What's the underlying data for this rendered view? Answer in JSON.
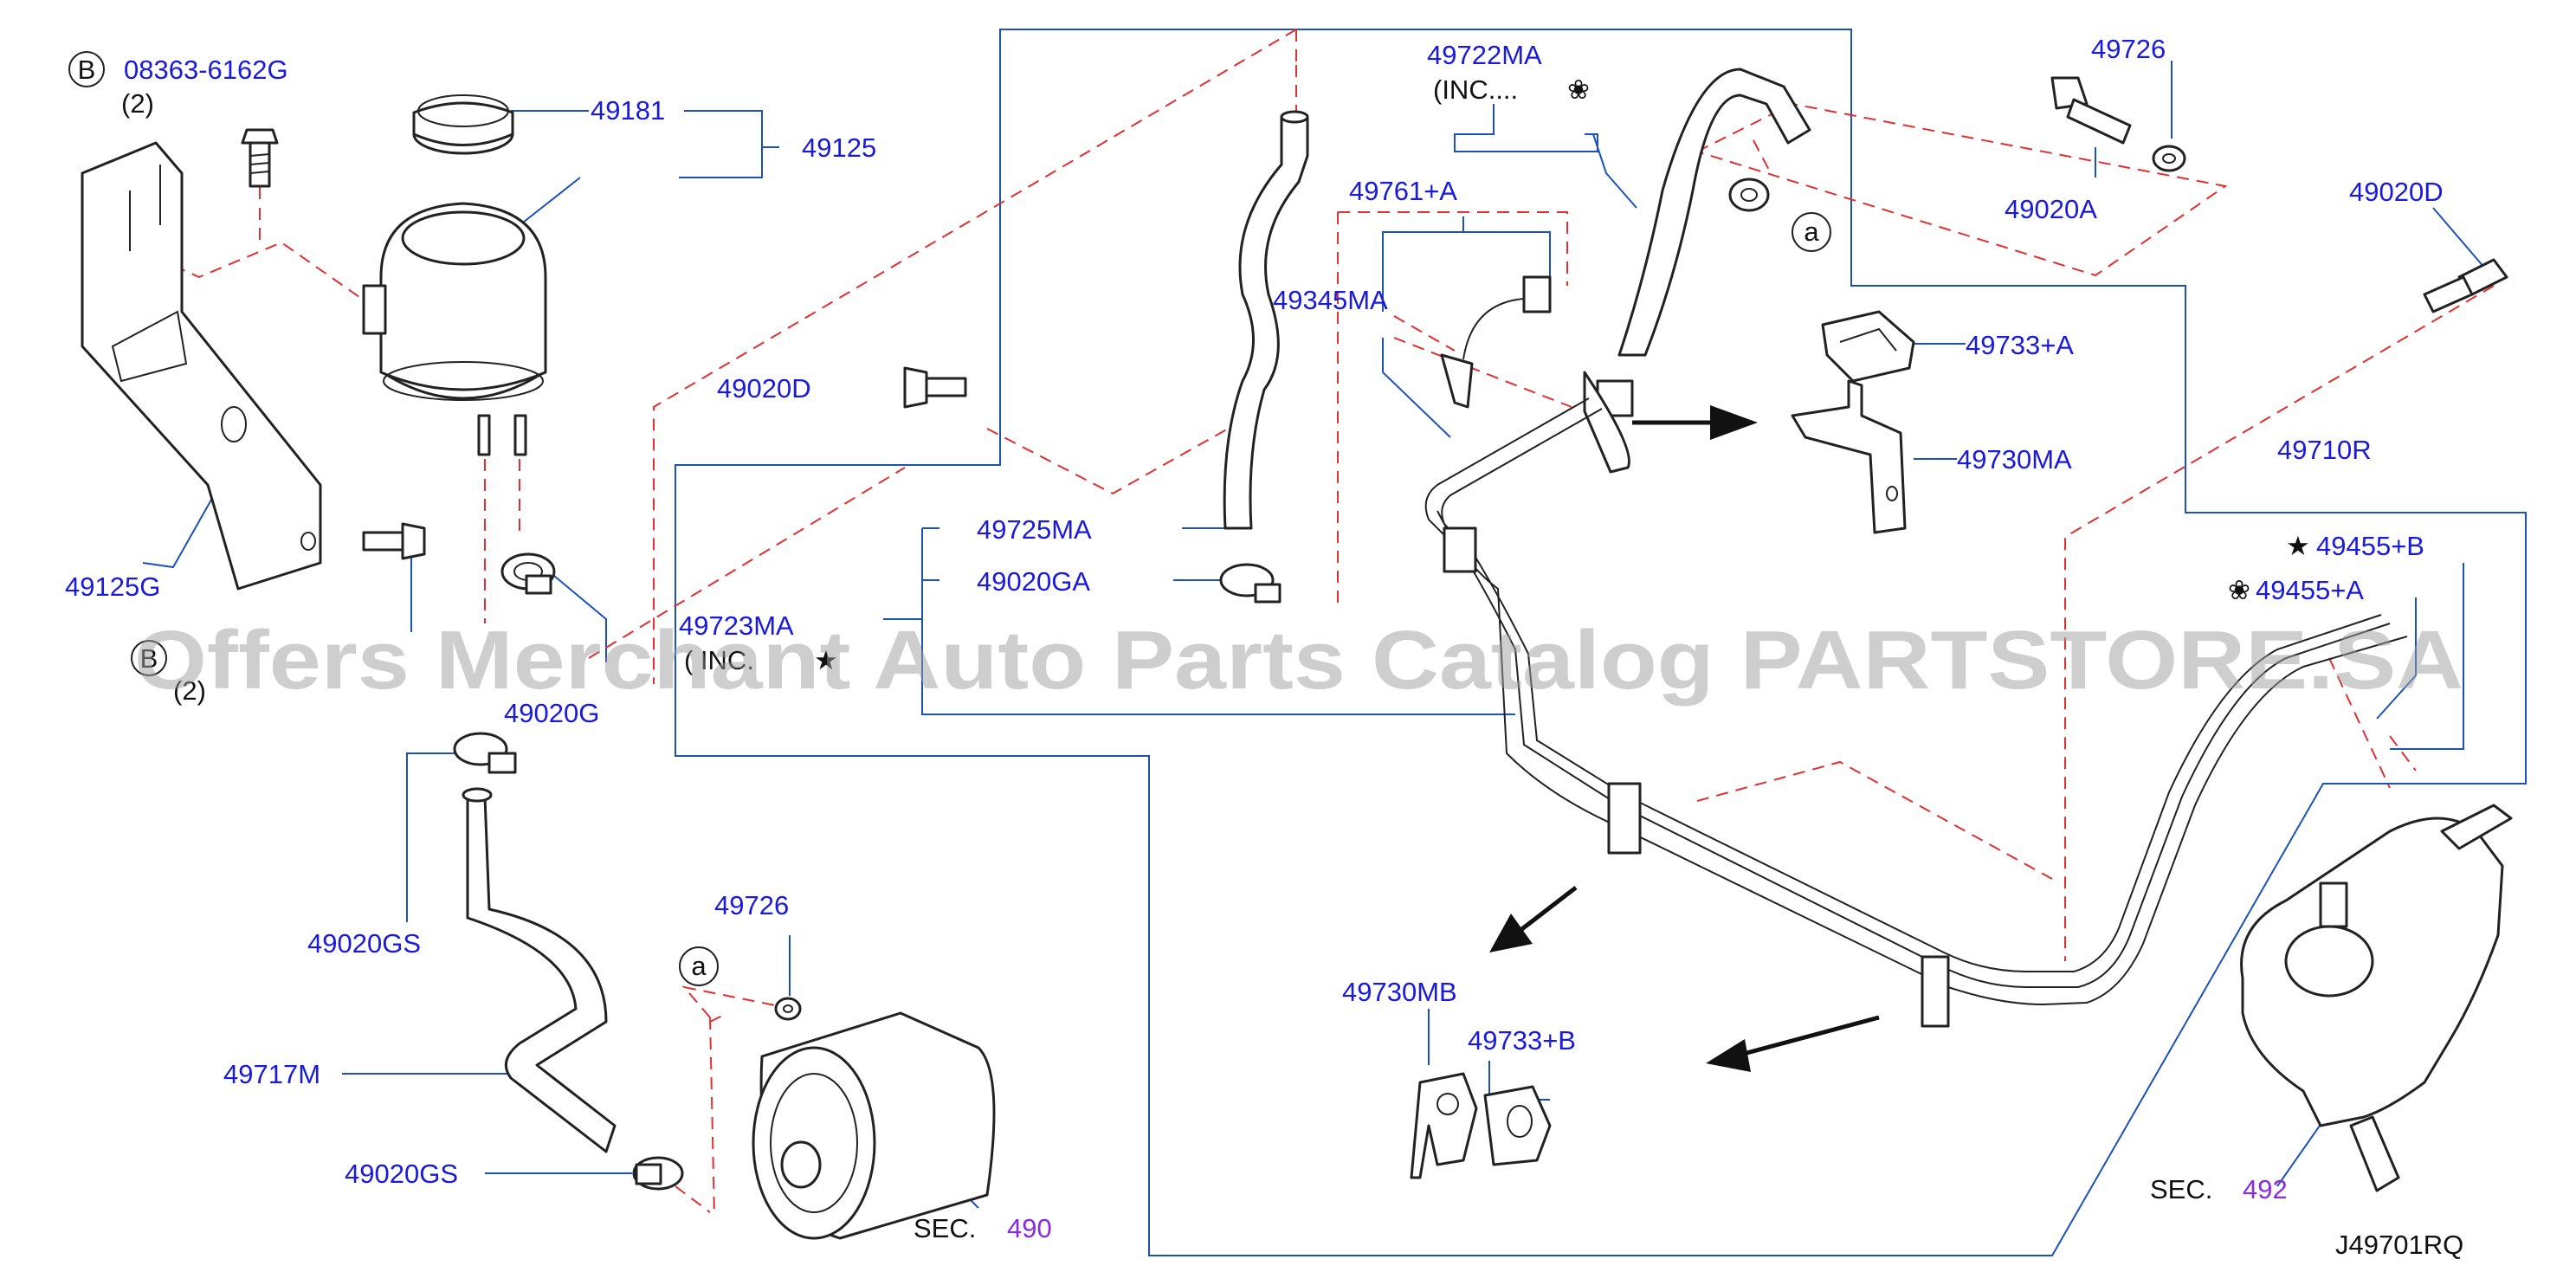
{
  "colors": {
    "callout_text": "#1a1adc",
    "section_ref": "#8a2be2",
    "leader_line": "#1a52b8",
    "dashed_line": "#e03030",
    "part_outline": "#222222",
    "watermark": "#9e9e9e"
  },
  "callouts": {
    "bolt_b_top": "08363-6162G",
    "bolt_b_top_marker": "B",
    "bolt_b_top_qty": "(2)",
    "p49181": "49181",
    "p49125": "49125",
    "p49125g": "49125G",
    "bolt_b_bottom_marker": "B",
    "bolt_b_bottom_qty": "(2)",
    "p49020g": "49020G",
    "p49020gs_upper": "49020GS",
    "p49717m": "49717M",
    "p49020gs_lower": "49020GS",
    "p49726_pump": "49726",
    "ref_a_pump": "a",
    "sec_490_label": "SEC.",
    "sec_490_num": "490",
    "p49020d_mid": "49020D",
    "p49722ma": "49722MA",
    "p49722ma_inc": "(INC....",
    "p49722ma_symbol": "❀",
    "p49761a": "49761+A",
    "p49345ma": "49345MA",
    "p49725ma": "49725MA",
    "p49020ga": "49020GA",
    "p49723ma": "49723MA",
    "p49723ma_inc": "( INC.",
    "p49723ma_symbol": "★",
    "ref_a_top": "a",
    "p49726_top": "49726",
    "p49020a": "49020A",
    "p49020d_right": "49020D",
    "p49733a": "49733+A",
    "p49730ma": "49730MA",
    "p49710r": "49710R",
    "p49455b": "49455+B",
    "p49455b_symbol": "★",
    "p49455a": "49455+A",
    "p49455a_symbol": "❀",
    "p49730mb": "49730MB",
    "p49733b": "49733+B",
    "sec_492_label": "SEC.",
    "sec_492_num": "492",
    "diagram_id": "J49701RQ"
  },
  "watermark": "Offers Merchant Auto Parts Catalog PARTSTORE.SA"
}
